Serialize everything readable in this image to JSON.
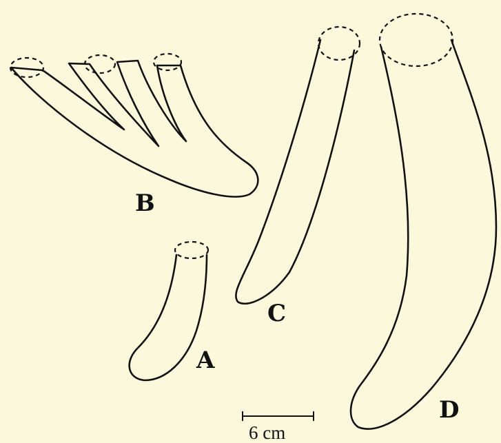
{
  "specimens": [
    {
      "id": "A",
      "label": "A"
    },
    {
      "id": "B",
      "label": "B"
    },
    {
      "id": "C",
      "label": "C"
    },
    {
      "id": "D",
      "label": "D"
    }
  ],
  "scale_bar": {
    "label": "6 cm"
  }
}
